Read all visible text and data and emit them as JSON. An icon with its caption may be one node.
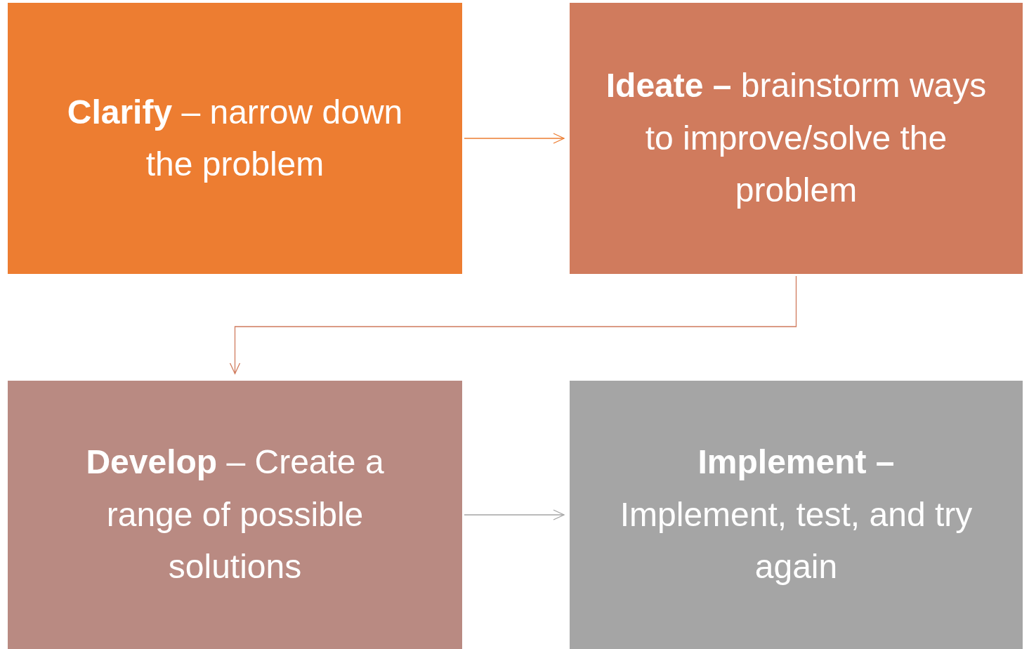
{
  "diagram": {
    "nodes": [
      {
        "text": [
          "**Clarify** – narrow down the problem"
        ]
      },
      {
        "text": [
          "**Ideate –** brainstorm ways to improve/solve the problem"
        ]
      },
      {
        "text": [
          "**Develop** – Create a range of possible solutions"
        ]
      },
      {
        "text": [
          "**Implement –** Implement, test, and try again"
        ]
      }
    ],
    "edges": [
      {
        "from": 0,
        "to": 1,
        "arrow": "to",
        "color": "#ed7d31"
      },
      {
        "from": 1,
        "to": 2,
        "arrow": "to",
        "color": "#d07b5d"
      },
      {
        "from": 2,
        "to": 3,
        "arrow": "to",
        "color": "#a5a5a5"
      }
    ]
  }
}
